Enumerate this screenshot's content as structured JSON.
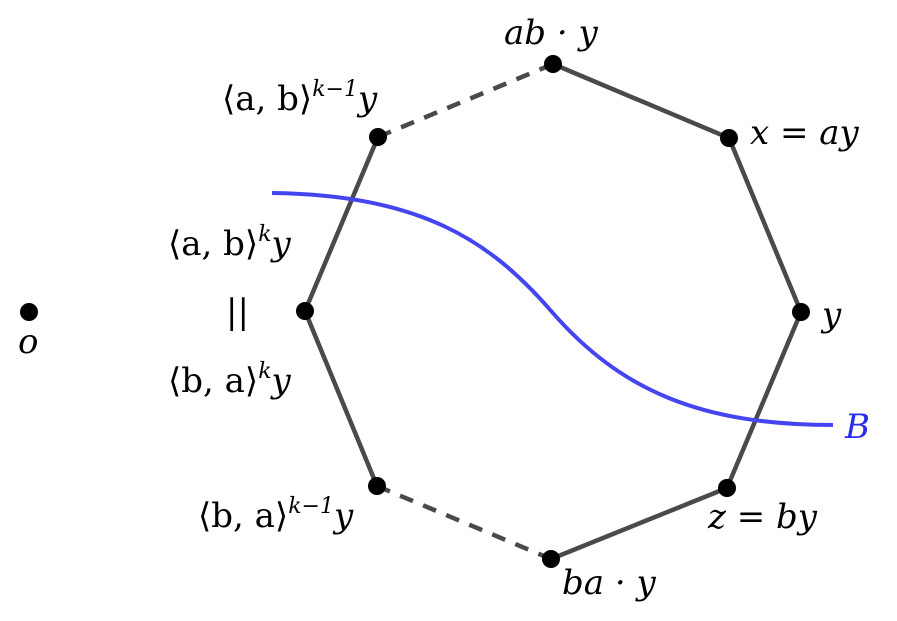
{
  "diagram": {
    "labels": {
      "origin": "o",
      "ab_y": "ab · y",
      "x_ay": "x = ay",
      "y": "y",
      "z_by": "z = by",
      "ba_y": "ba · y",
      "ab_k1_base": "⟨a, b⟩",
      "ab_k1_exp": "k−1",
      "ab_k1_tail": "y",
      "ab_k_base": "⟨a, b⟩",
      "ab_k_exp": "k",
      "ab_k_tail": "y",
      "equals": "||",
      "ba_k_base": "⟨b, a⟩",
      "ba_k_exp": "k",
      "ba_k_tail": "y",
      "ba_k1_base": "⟨b, a⟩",
      "ba_k1_exp": "k−1",
      "ba_k1_tail": "y",
      "curve": "B"
    },
    "colors": {
      "edge": "#4a4a4a",
      "vertex": "#000000",
      "curve": "#4545f0",
      "curve_label": "#2b2bee"
    }
  }
}
